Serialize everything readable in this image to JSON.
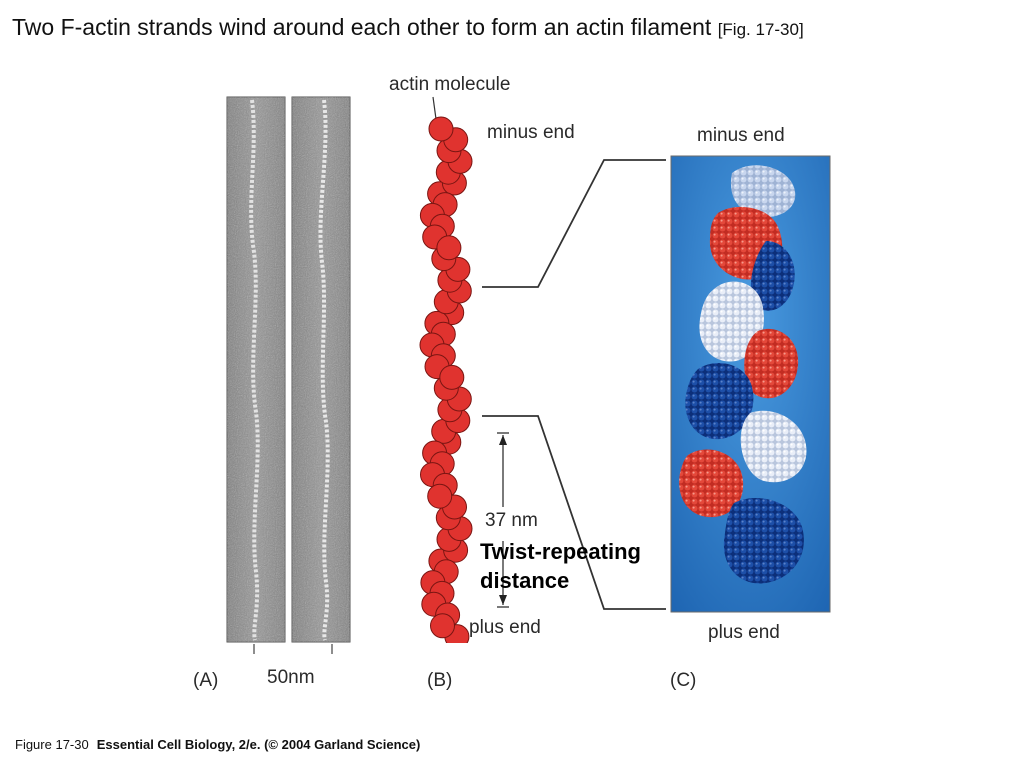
{
  "title": {
    "main": "Two F-actin strands wind around each other to form an actin filament",
    "ref": "[Fig. 17-30]"
  },
  "panel_a": {
    "label": "(A)",
    "scale_label": "50nm"
  },
  "panel_b": {
    "label": "(B)",
    "molecule_label": "actin molecule",
    "minus_end": "minus end",
    "plus_end": "plus end",
    "distance_value": "37 nm",
    "repeat_label_line1": "Twist-repeating",
    "repeat_label_line2": "distance"
  },
  "panel_c": {
    "label": "(C)",
    "minus_end": "minus end",
    "plus_end": "plus end"
  },
  "caption": {
    "figure_number": "Figure 17-30",
    "reference": "Essential Cell Biology, 2/e. (© 2004 Garland Science)"
  },
  "colors": {
    "actin_red": "#e0332f",
    "strand_blue": "#123f9a",
    "strand_white": "#e8eef8",
    "panel_bg_blue": "#3a8ed6",
    "micrograph_gray": "#8c8c8c"
  }
}
